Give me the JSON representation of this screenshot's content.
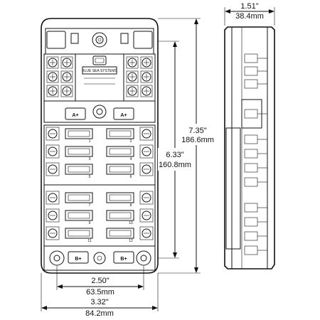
{
  "dimensions": {
    "side_width_in": "1.51\"",
    "side_width_mm": "38.4mm",
    "overall_height_in": "7.35\"",
    "overall_height_mm": "186.6mm",
    "mount_height_in": "6.33\"",
    "mount_height_mm": "160.8mm",
    "mount_width_in": "2.50\"",
    "mount_width_mm": "63.5mm",
    "overall_width_in": "3.32\"",
    "overall_width_mm": "84.2mm"
  },
  "labels": {
    "a_plus_left": "A+",
    "a_plus_right": "A+",
    "b_plus_left": "B+",
    "b_plus_right": "B+",
    "brand": "BLUE SEA SYSTEMS",
    "fuse_numbers": [
      "1",
      "2",
      "3",
      "4",
      "5",
      "6",
      "7",
      "8",
      "9",
      "10",
      "11",
      "12"
    ]
  }
}
